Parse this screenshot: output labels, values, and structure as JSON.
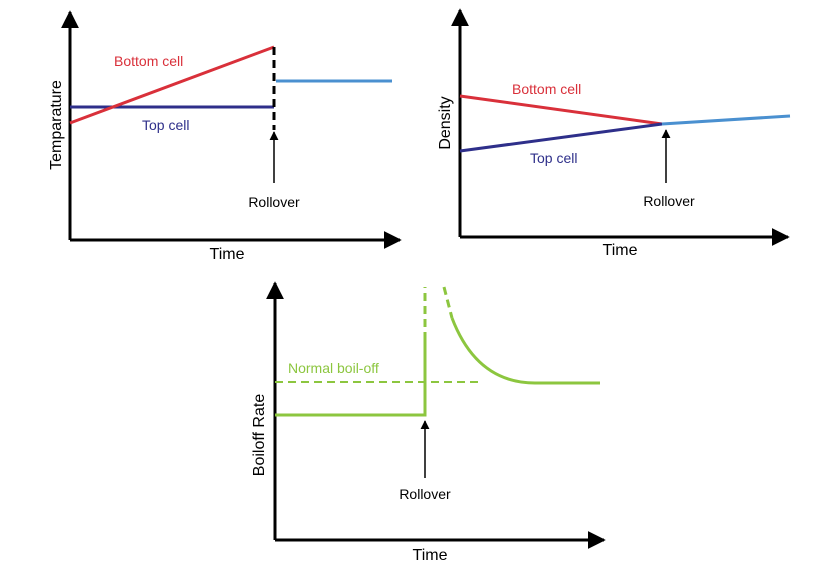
{
  "colors": {
    "axis": "#000000",
    "bottom_cell": "#d9303a",
    "top_cell": "#2e2f8a",
    "mixed": "#4a90d0",
    "boiloff": "#8cc63f"
  },
  "panels": {
    "temperature": {
      "ylabel": "Temparature",
      "xlabel": "Time",
      "bottom_cell_label": "Bottom cell",
      "top_cell_label": "Top cell",
      "event_label": "Rollover"
    },
    "density": {
      "ylabel": "Density",
      "xlabel": "Time",
      "bottom_cell_label": "Bottom cell",
      "top_cell_label": "Top cell",
      "event_label": "Rollover"
    },
    "boiloff": {
      "ylabel": "Boiloff Rate",
      "xlabel": "Time",
      "normal_label": "Normal boil-off",
      "event_label": "Rollover"
    }
  }
}
